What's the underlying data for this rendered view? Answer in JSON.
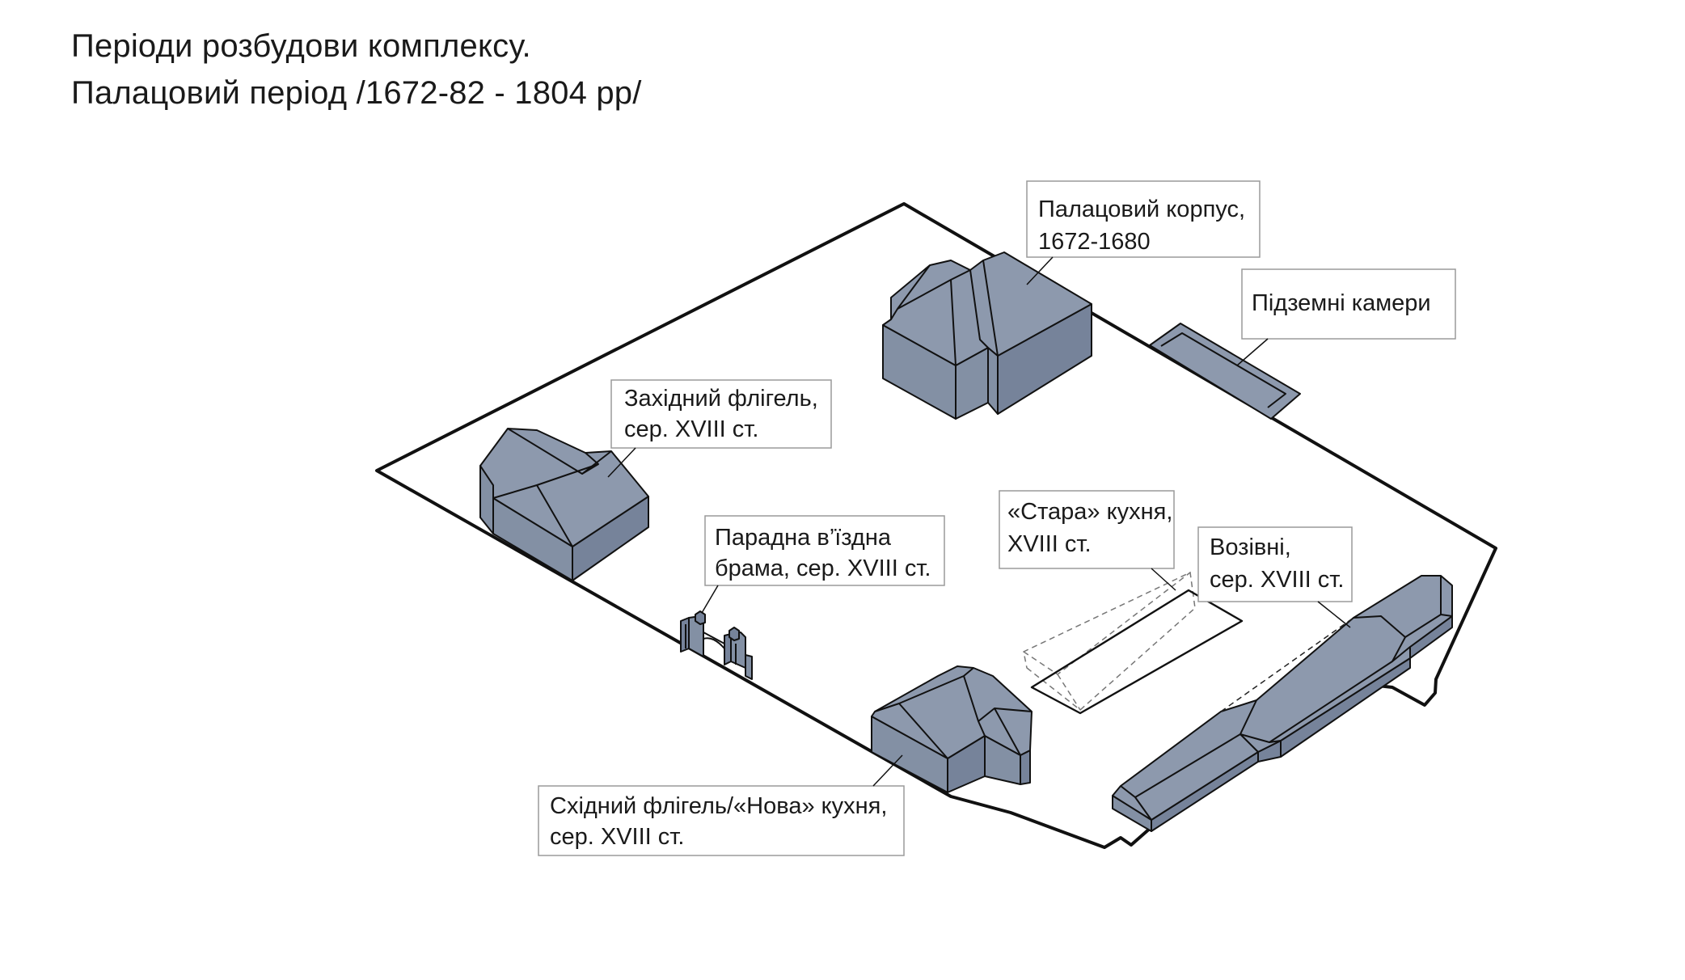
{
  "title": {
    "line1": "Періоди розбудови комплексу.",
    "line2": "Палацовий період /1672-82 - 1804 рр/"
  },
  "labels": {
    "palace": {
      "line1": "Палацовий корпус,",
      "line2": "1672-1680"
    },
    "underground": {
      "line1": "Підземні камери"
    },
    "west_wing": {
      "line1": "Західний флігель,",
      "line2": "сер. XVIII ст."
    },
    "gate": {
      "line1": "Парадна в’їздна",
      "line2": "брама, сер. XVIII ст."
    },
    "old_kitchen": {
      "line1": "«Стара» кухня,",
      "line2": "XVIII ст."
    },
    "carriage_house": {
      "line1": "Возівні,",
      "line2": "сер. XVIII ст."
    },
    "east_wing": {
      "line1": "Східний флігель/«Нова» кухня,",
      "line2": "сер. XVIII ст."
    }
  },
  "colors": {
    "building_fill": "#8d99ad",
    "outline": "#111111",
    "background": "#ffffff"
  }
}
